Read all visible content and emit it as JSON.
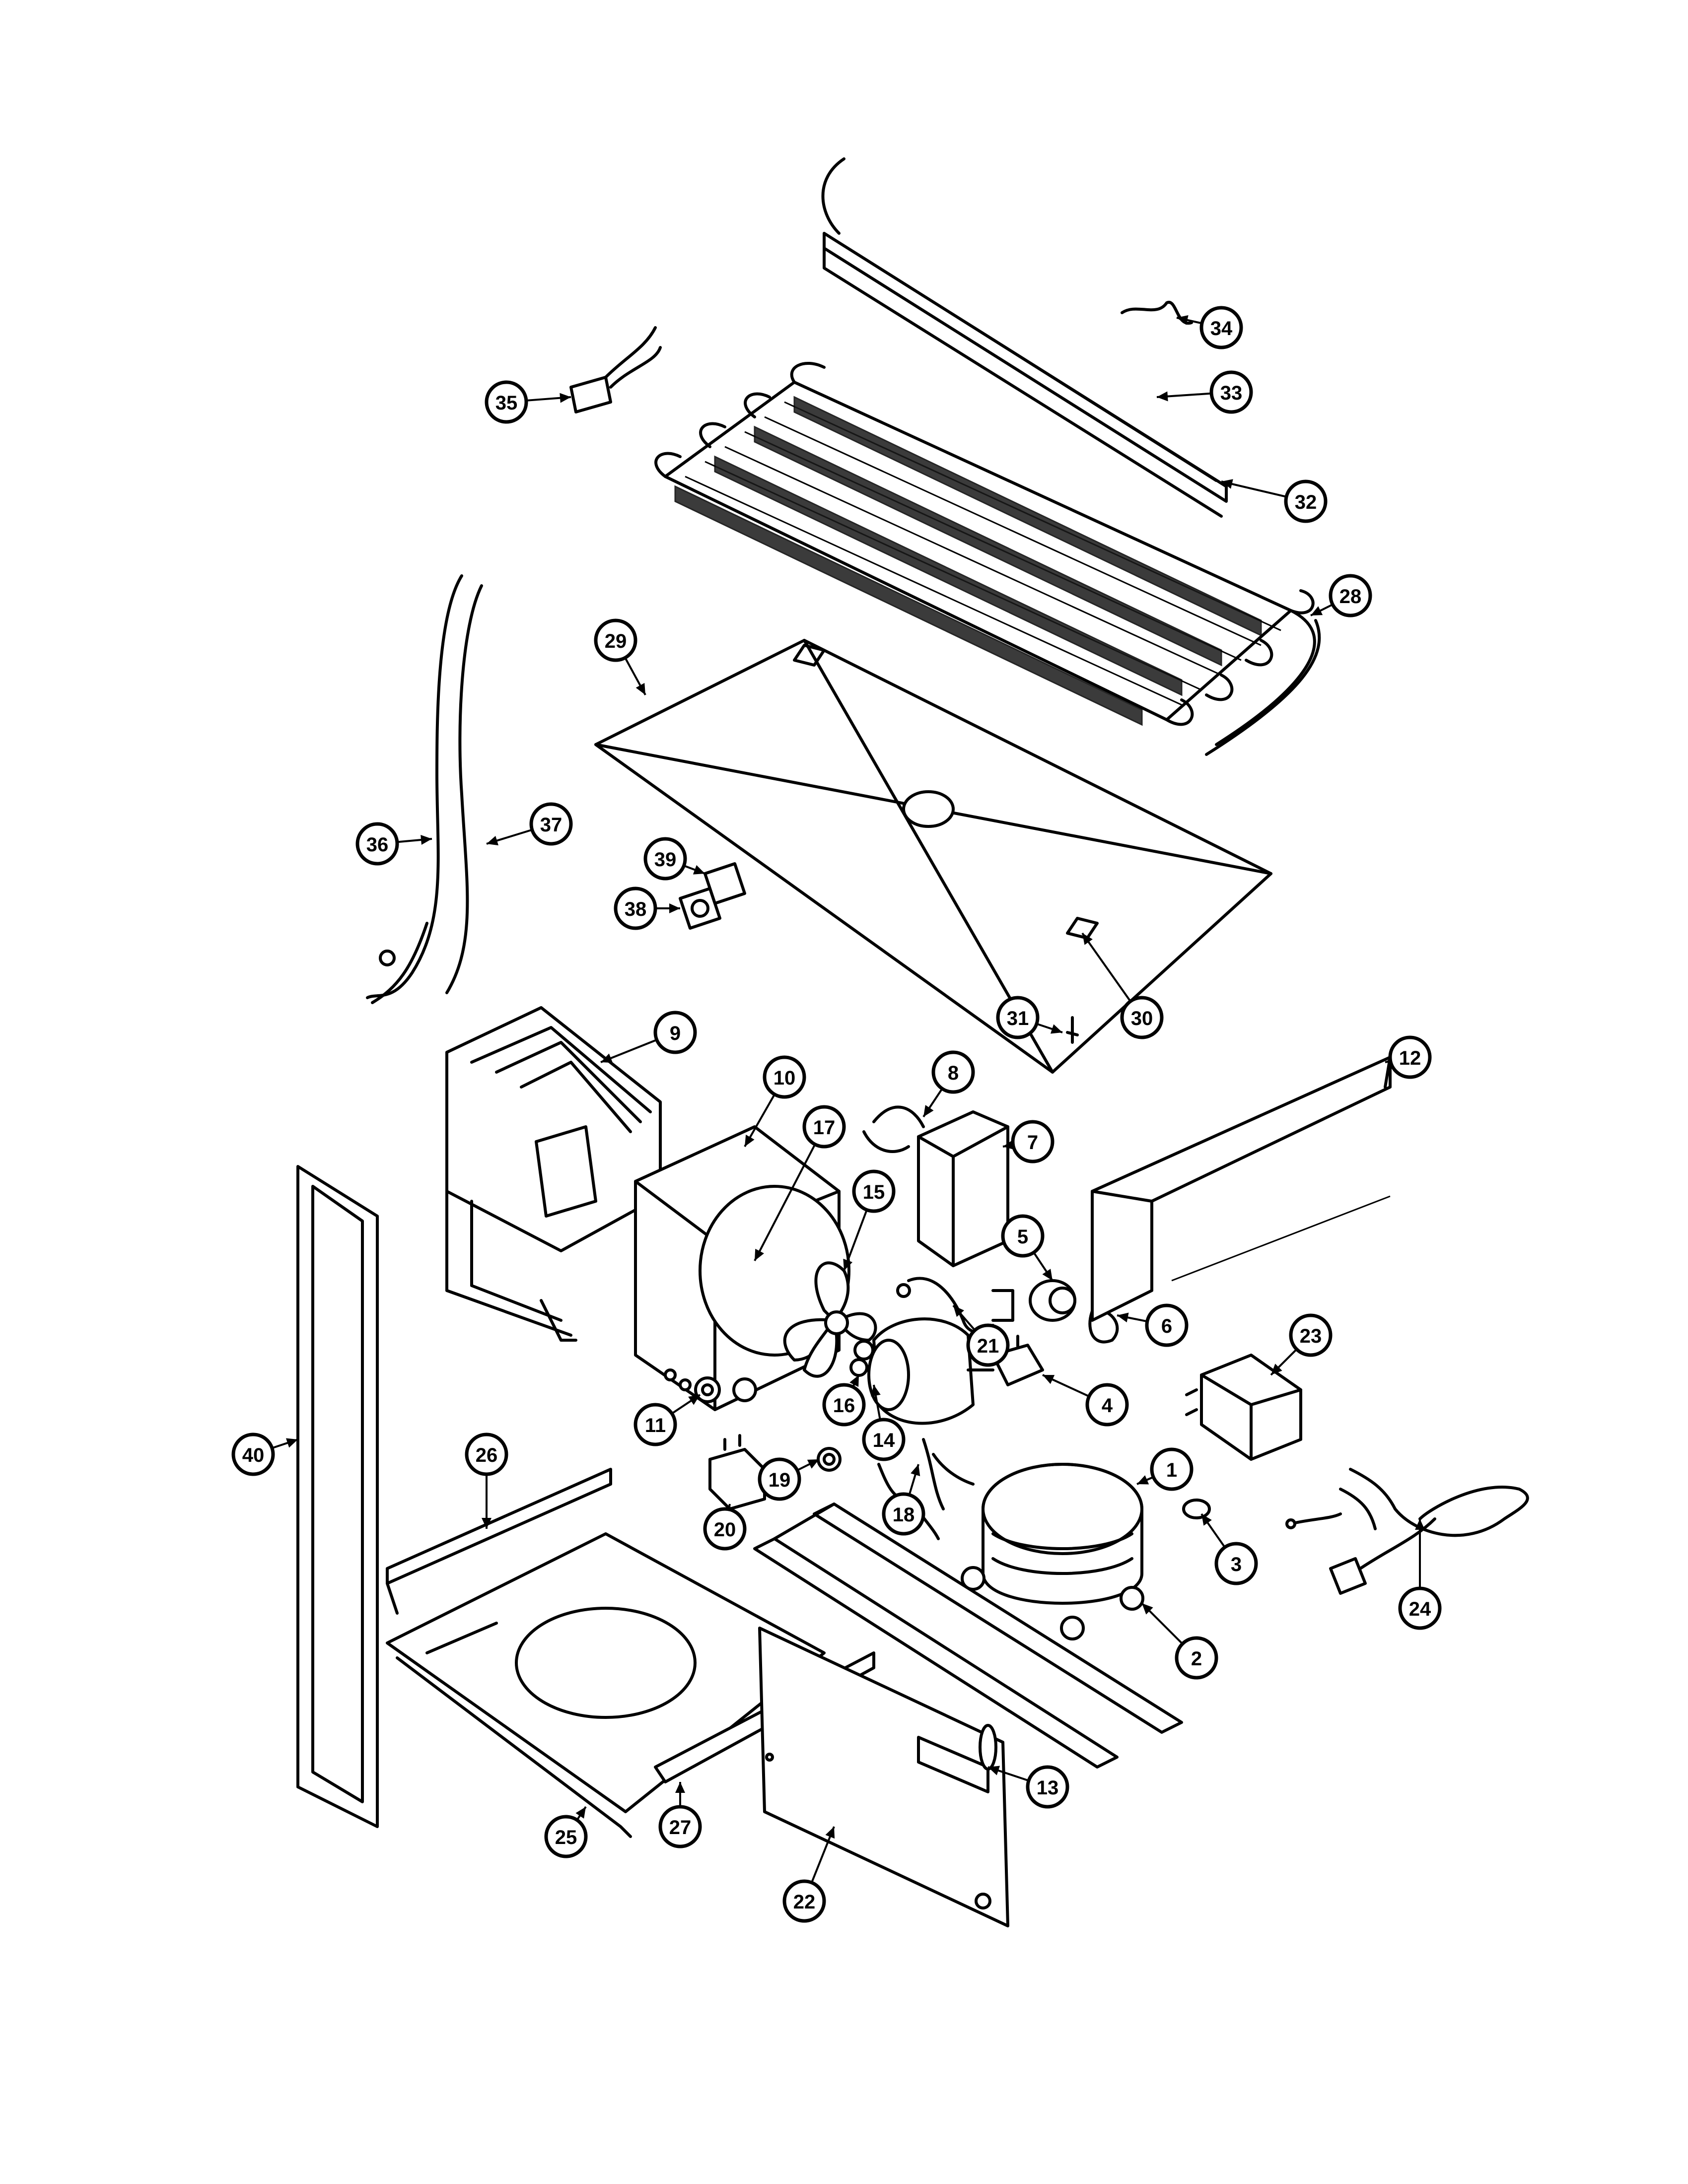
{
  "diagram": {
    "callouts": [
      {
        "id": "1",
        "label": "1"
      },
      {
        "id": "2",
        "label": "2"
      },
      {
        "id": "3",
        "label": "3"
      },
      {
        "id": "4",
        "label": "4"
      },
      {
        "id": "5",
        "label": "5"
      },
      {
        "id": "6",
        "label": "6"
      },
      {
        "id": "7",
        "label": "7"
      },
      {
        "id": "8",
        "label": "8"
      },
      {
        "id": "9",
        "label": "9"
      },
      {
        "id": "10",
        "label": "10"
      },
      {
        "id": "11",
        "label": "11"
      },
      {
        "id": "12",
        "label": "12"
      },
      {
        "id": "13",
        "label": "13"
      },
      {
        "id": "14",
        "label": "14"
      },
      {
        "id": "15",
        "label": "15"
      },
      {
        "id": "16",
        "label": "16"
      },
      {
        "id": "17",
        "label": "17"
      },
      {
        "id": "18",
        "label": "18"
      },
      {
        "id": "19",
        "label": "19"
      },
      {
        "id": "20",
        "label": "20"
      },
      {
        "id": "21",
        "label": "21"
      },
      {
        "id": "22",
        "label": "22"
      },
      {
        "id": "23",
        "label": "23"
      },
      {
        "id": "24",
        "label": "24"
      },
      {
        "id": "25",
        "label": "25"
      },
      {
        "id": "26",
        "label": "26"
      },
      {
        "id": "27",
        "label": "27"
      },
      {
        "id": "28",
        "label": "28"
      },
      {
        "id": "29",
        "label": "29"
      },
      {
        "id": "30",
        "label": "30"
      },
      {
        "id": "31",
        "label": "31"
      },
      {
        "id": "32",
        "label": "32"
      },
      {
        "id": "33",
        "label": "33"
      },
      {
        "id": "34",
        "label": "34"
      },
      {
        "id": "35",
        "label": "35"
      },
      {
        "id": "36",
        "label": "36"
      },
      {
        "id": "37",
        "label": "37"
      },
      {
        "id": "38",
        "label": "38"
      },
      {
        "id": "39",
        "label": "39"
      },
      {
        "id": "40",
        "label": "40"
      }
    ]
  }
}
